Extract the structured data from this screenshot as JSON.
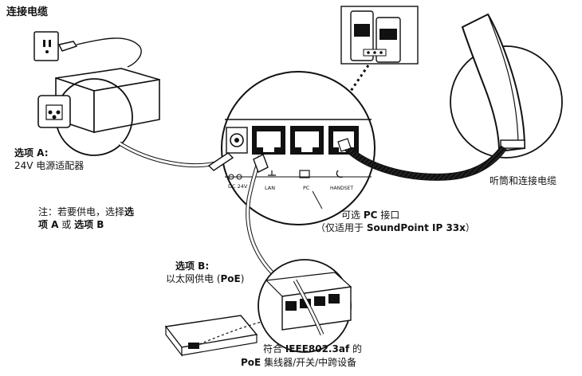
{
  "labels": {
    "connect_cable": "连接电缆",
    "option_a_title": "选项 A:",
    "option_a_desc": "24V 电源适配器",
    "note_prefix": "注：若要供电，选择",
    "note_option_a1": "选",
    "note_option_a2": "项 A",
    "note_or": " 或",
    "note_option_b": "选项 B",
    "handset_cable": "听筒和连接电缆",
    "optional_pc_prefix": "可选 ",
    "optional_pc_bold": "PC",
    "optional_pc_suffix": " 接口",
    "optional_pc_note_prefix": "（仅适用于 ",
    "optional_pc_note_bold": "SoundPoint IP 33x",
    "optional_pc_note_suffix": "）",
    "option_b_title": "选项 B:",
    "option_b_desc_prefix": "以太网供电 (",
    "option_b_desc_bold": "PoE",
    "option_b_desc_suffix": ")",
    "poe_line1_prefix": "符合 ",
    "poe_line1_bold": "IEEE802.3af",
    "poe_line1_suffix": " 的",
    "poe_line2_bold": "PoE",
    "poe_line2_suffix": " 集线器/开关/中跨设备"
  },
  "port_labels": {
    "dc": "DC 24V",
    "lan": "LAN",
    "pc": "PC",
    "handset": "HANDSET"
  }
}
